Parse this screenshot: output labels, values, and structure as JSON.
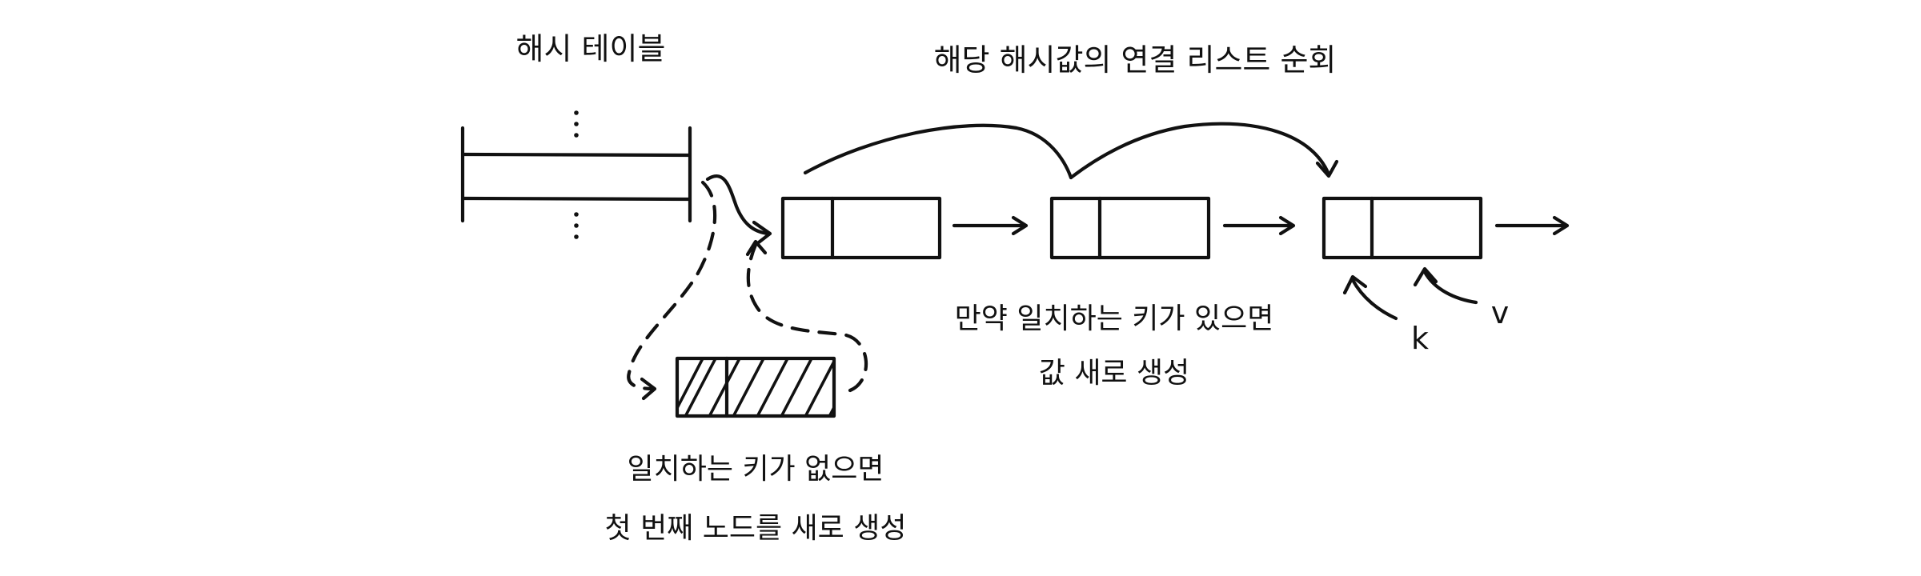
{
  "title_hash_table": "해시 테이블",
  "title_traverse": "해당 해시값의 연결 리스트 순회",
  "label_key": "k",
  "label_value": "v",
  "note_found": {
    "line1": "만약 일치하는 키가 있으면",
    "line2": "값 새로 생성"
  },
  "note_not_found": {
    "line1": "일치하는 키가 없으면",
    "line2": "첫 번째 노드를 새로 생성"
  }
}
